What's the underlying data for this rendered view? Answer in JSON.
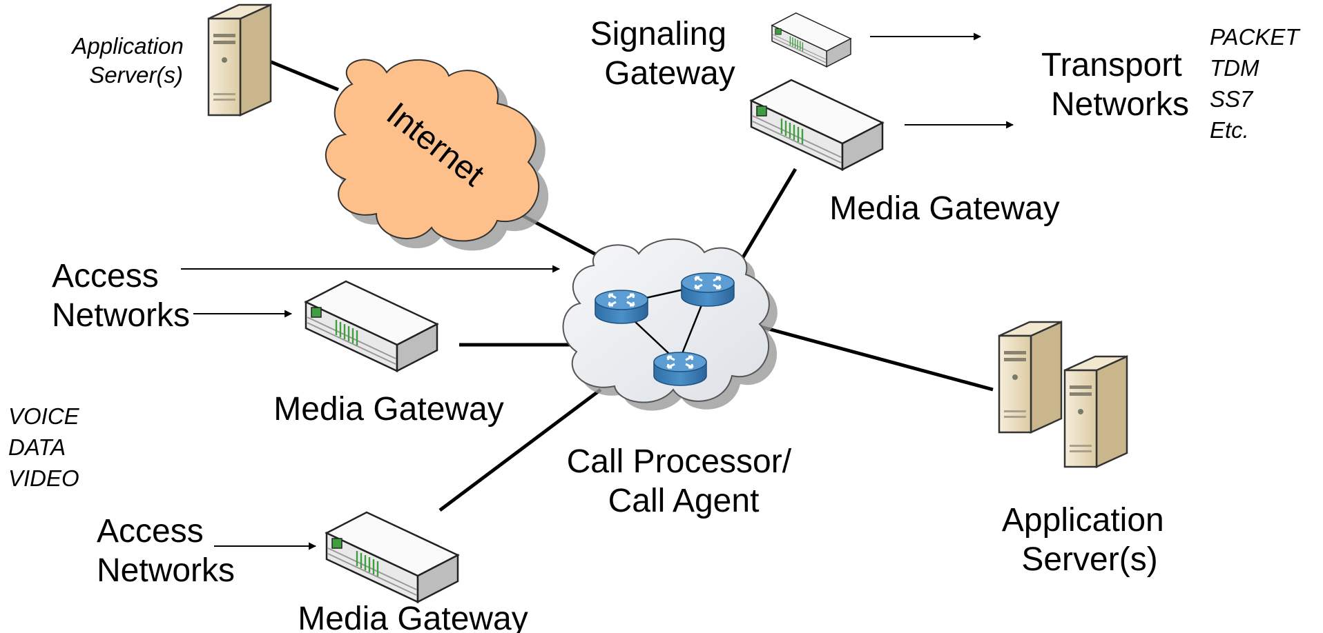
{
  "labels": {
    "app_server_top": [
      "Application",
      "Server(s)"
    ],
    "signaling_gateway": [
      "Signaling",
      "Gateway"
    ],
    "transport_networks": [
      "Transport",
      "Networks"
    ],
    "transport_types": [
      "PACKET",
      "TDM",
      "SS7",
      "Etc."
    ],
    "internet": "Internet",
    "media_gateway_top": "Media Gateway",
    "access_networks_top": [
      "Access",
      "Networks"
    ],
    "media_gateway_left": "Media Gateway",
    "access_types": [
      "VOICE",
      "DATA",
      "VIDEO"
    ],
    "call_processor": [
      "Call Processor/",
      "Call Agent"
    ],
    "access_networks_bottom": [
      "Access",
      "Networks"
    ],
    "media_gateway_bottom": "Media Gateway",
    "app_server_bottom": [
      "Application",
      "Server(s)"
    ]
  },
  "icons": {
    "server": "server-tower-icon",
    "gateway": "media-gateway-icon",
    "router": "router-icon",
    "cloud": "cloud-icon"
  },
  "colors": {
    "internet_cloud": "#FDC08A",
    "call_cloud": "#EEF0F3",
    "router": "#3A7FB8",
    "server": "#EDE2C8",
    "gateway": "#F1F1F1",
    "led": "#3F9F3F"
  }
}
